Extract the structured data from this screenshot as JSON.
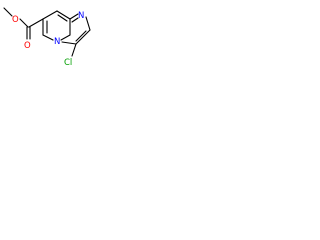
{
  "molecule": {
    "atoms": {
      "ester_oxygen": "O",
      "carbonyl_oxygen": "O",
      "ring_nitrogen_top": "N",
      "ring_nitrogen_bridge": "N",
      "chlorine": "Cl"
    },
    "colors": {
      "bond": "#000000",
      "oxygen": "#ff0000",
      "nitrogen": "#0000ff",
      "chlorine": "#00a000"
    }
  }
}
